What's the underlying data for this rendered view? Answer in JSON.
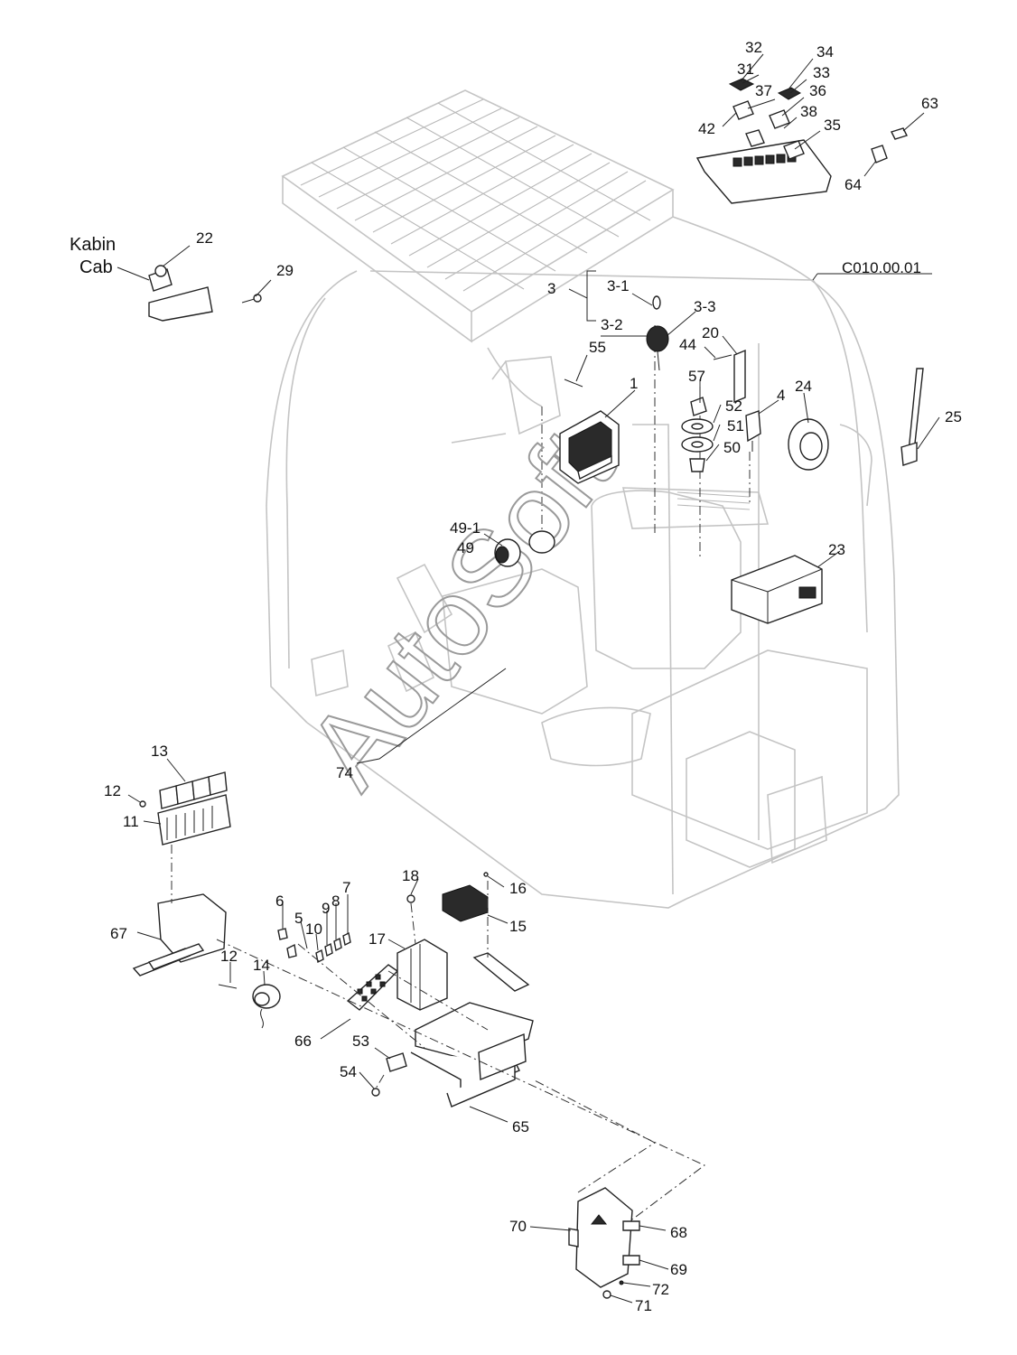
{
  "figure": {
    "reference": "C010.00.01",
    "cab_label_line1": "Kabin",
    "cab_label_line2": "Cab",
    "watermark": "AutoSoft"
  },
  "callouts": [
    {
      "id": "32",
      "text": "32"
    },
    {
      "id": "31",
      "text": "31"
    },
    {
      "id": "34",
      "text": "34"
    },
    {
      "id": "33",
      "text": "33"
    },
    {
      "id": "37",
      "text": "37"
    },
    {
      "id": "36",
      "text": "36"
    },
    {
      "id": "42",
      "text": "42"
    },
    {
      "id": "38",
      "text": "38"
    },
    {
      "id": "35",
      "text": "35"
    },
    {
      "id": "63",
      "text": "63"
    },
    {
      "id": "64",
      "text": "64"
    },
    {
      "id": "22",
      "text": "22"
    },
    {
      "id": "29",
      "text": "29"
    },
    {
      "id": "3",
      "text": "3"
    },
    {
      "id": "3-1",
      "text": "3-1"
    },
    {
      "id": "3-3",
      "text": "3-3"
    },
    {
      "id": "3-2",
      "text": "3-2"
    },
    {
      "id": "55",
      "text": "55"
    },
    {
      "id": "44",
      "text": "44"
    },
    {
      "id": "20",
      "text": "20"
    },
    {
      "id": "1",
      "text": "1"
    },
    {
      "id": "57",
      "text": "57"
    },
    {
      "id": "52",
      "text": "52"
    },
    {
      "id": "4",
      "text": "4"
    },
    {
      "id": "24",
      "text": "24"
    },
    {
      "id": "25",
      "text": "25"
    },
    {
      "id": "51",
      "text": "51"
    },
    {
      "id": "50",
      "text": "50"
    },
    {
      "id": "49-1",
      "text": "49-1"
    },
    {
      "id": "49",
      "text": "49"
    },
    {
      "id": "23",
      "text": "23"
    },
    {
      "id": "74",
      "text": "74"
    },
    {
      "id": "13",
      "text": "13"
    },
    {
      "id": "12a",
      "text": "12"
    },
    {
      "id": "11",
      "text": "11"
    },
    {
      "id": "18",
      "text": "18"
    },
    {
      "id": "16",
      "text": "16"
    },
    {
      "id": "6",
      "text": "6"
    },
    {
      "id": "7",
      "text": "7"
    },
    {
      "id": "8",
      "text": "8"
    },
    {
      "id": "9",
      "text": "9"
    },
    {
      "id": "5",
      "text": "5"
    },
    {
      "id": "10",
      "text": "10"
    },
    {
      "id": "15",
      "text": "15"
    },
    {
      "id": "67",
      "text": "67"
    },
    {
      "id": "17",
      "text": "17"
    },
    {
      "id": "12b",
      "text": "12"
    },
    {
      "id": "14",
      "text": "14"
    },
    {
      "id": "66",
      "text": "66"
    },
    {
      "id": "53",
      "text": "53"
    },
    {
      "id": "54",
      "text": "54"
    },
    {
      "id": "65",
      "text": "65"
    },
    {
      "id": "70",
      "text": "70"
    },
    {
      "id": "68",
      "text": "68"
    },
    {
      "id": "69",
      "text": "69"
    },
    {
      "id": "72",
      "text": "72"
    },
    {
      "id": "71",
      "text": "71"
    }
  ]
}
